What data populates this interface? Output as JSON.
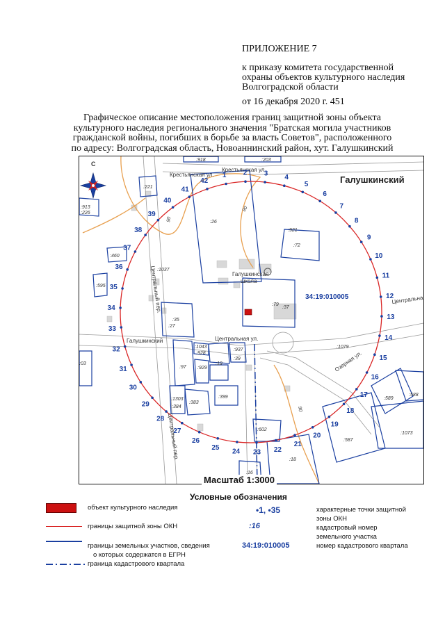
{
  "header": {
    "appendix": "ПРИЛОЖЕНИЕ 7",
    "order_line1": "к приказу комитета государственной",
    "order_line2": "охраны объектов культурного наследия",
    "order_line3": "Волгоградской области",
    "date_line": "от 16 декабря 2020 г.  451"
  },
  "title": {
    "line1": "Графическое описание местоположения границ защитной зоны объекта",
    "line2": "культурного наследия регионального значения \"Братская могила участников",
    "line3": "гражданской войны, погибших в борьбе за власть Советов\", расположенного",
    "line4": "по адресу: Волгоградская область, Новоаннинский район, хут. Галушкинский"
  },
  "map": {
    "village_name": "Галушкинский",
    "north_label": "С",
    "quarter_number": "34:19:010005",
    "school_label_1": "Галушкинская",
    "school_label_2": "школа",
    "streets": {
      "krestyanskaya_left": "Крестьянская ул.",
      "krestyanskaya_right": "Крестьянская ул.",
      "tsentralnaya_road": "Центральная ул.",
      "tsentralnaya_right": "Центральна",
      "tsentralny_per_top": "Центральный пер.",
      "tsentralny_per_bottom": "Центральный пер.",
      "galushkinsky_road": "Галушкинский",
      "ozernaya": "Озерная ул."
    },
    "boundary_points": [
      "1",
      "2",
      "3",
      "4",
      "5",
      "6",
      "7",
      "8",
      "9",
      "10",
      "11",
      "12",
      "13",
      "14",
      "15",
      "16",
      "17",
      "18",
      "19",
      "20",
      "21",
      "22",
      "23",
      "24",
      "25",
      "26",
      "27",
      "28",
      "29",
      "30",
      "31",
      "32",
      "33",
      "34",
      "35",
      "36",
      "37",
      "38",
      "39",
      "40",
      "41",
      "42"
    ],
    "cadastral_labels": [
      ":918",
      ":203",
      ":221",
      ":913",
      ":226",
      ":26",
      ":921",
      ":72",
      ":460",
      ":1037",
      ":595",
      ":79",
      ":37",
      ":35",
      ":27",
      ":1079",
      ":1043",
      ":928",
      ":937",
      ":39",
      ":97",
      ":929",
      ":19",
      ":03",
      ":1303",
      ":384",
      ":383",
      ":399",
      ":589",
      ":588",
      ":587",
      ":1073",
      ":602",
      ":18",
      ":16"
    ],
    "road_numbers": [
      "90",
      "90",
      "90"
    ],
    "scale": "Масштаб 1:3000",
    "colors": {
      "boundary": "#d92525",
      "parcels": "#1a3fa0",
      "roads": "#e8a050",
      "object": "#cc1111"
    }
  },
  "legend": {
    "title": "Условные обозначения",
    "object_label": "объект культурного наследия",
    "zone_label": "границы защитной зоны ОКН",
    "parcels_label_1": "границы земельных участков, сведения",
    "parcels_label_2": "о которых содержатся в  ЕГРН",
    "quarter_border_label": "граница кадастрового квартала",
    "points_sample": "•1, •35",
    "points_label_1": "характерные точки защитной",
    "points_label_2": "зоны ОКН",
    "cad_sample": ":16",
    "cad_label_1": "кадастровый номер",
    "cad_label_2": "земельного участка",
    "quarter_sample": "34:19:010005",
    "quarter_label": "номер кадастрового квартала"
  }
}
